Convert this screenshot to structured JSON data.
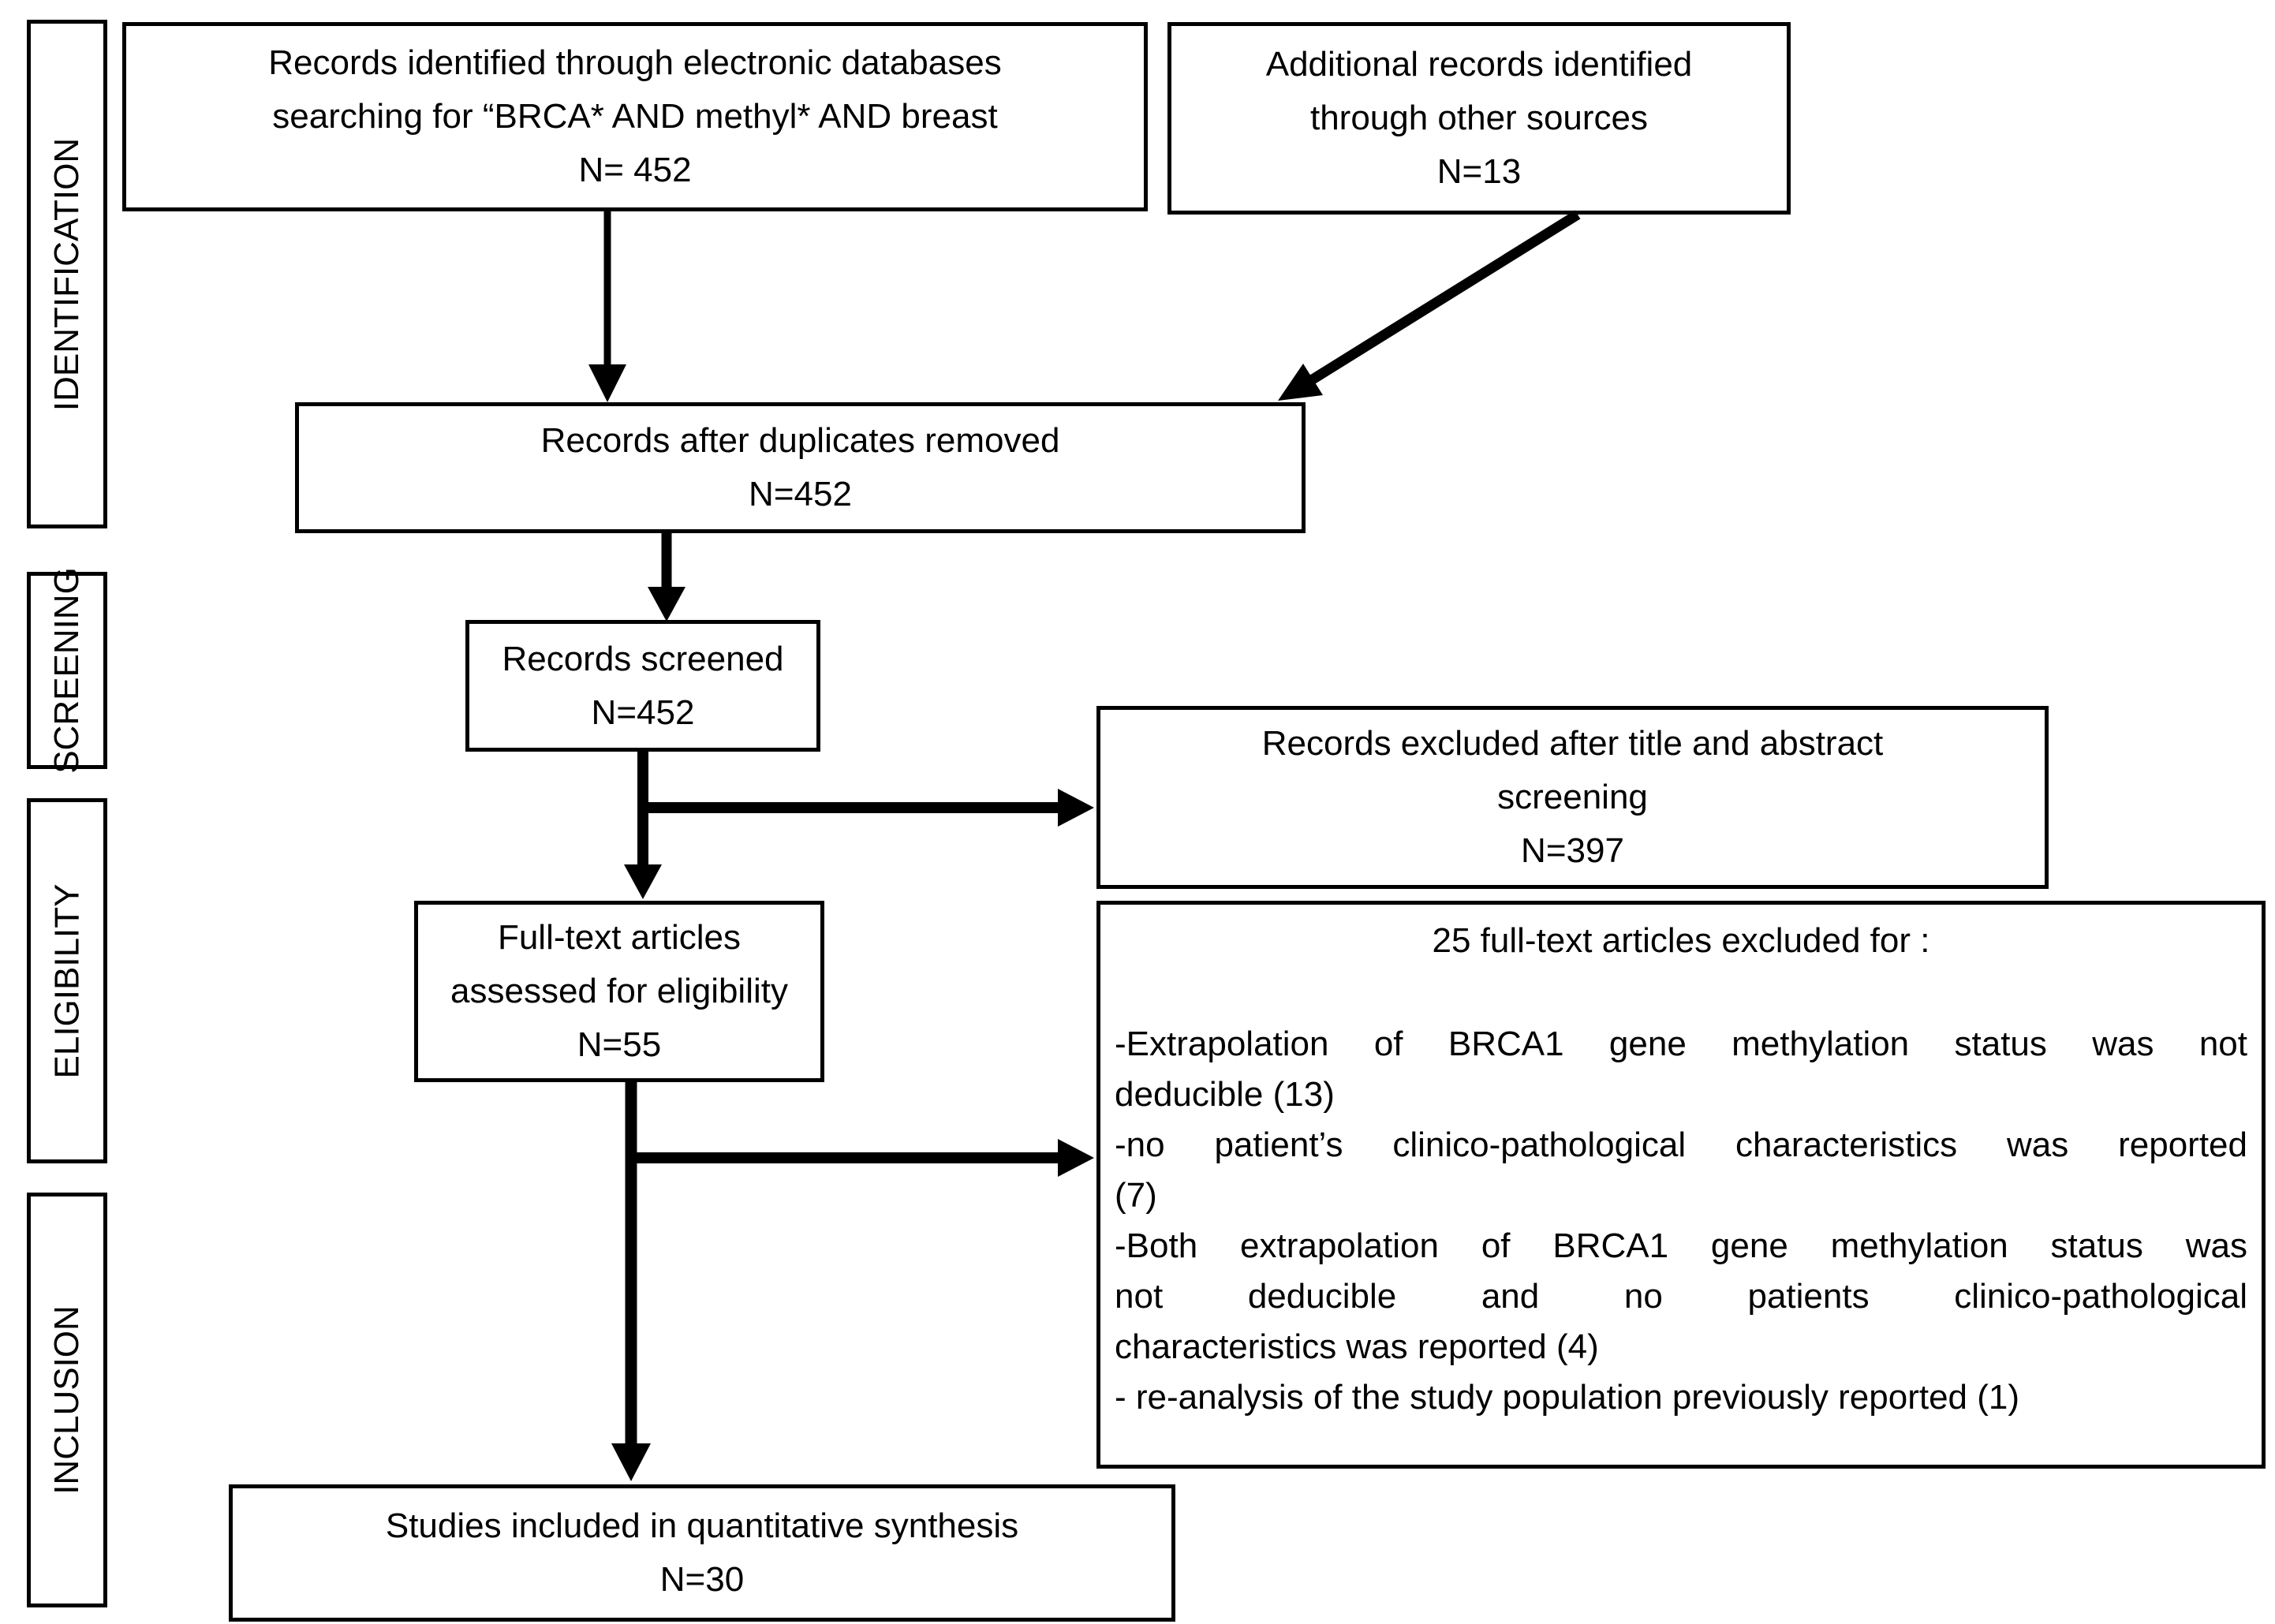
{
  "colors": {
    "ink": "#000000",
    "background": "#ffffff"
  },
  "sidebar": {
    "identification": "IDENTIFICATION",
    "screening": "SCREENING",
    "eligibility": "ELIGIBILITY",
    "inclusion": "INCLUSION"
  },
  "boxes": {
    "identified": {
      "line1": "Records identified through electronic databases",
      "line2": "searching for “BRCA* AND methyl* AND breast",
      "count": "N= 452"
    },
    "additional": {
      "line1": "Additional records identified",
      "line2": "through other sources",
      "count": "N=13"
    },
    "duplicates": {
      "line1": "Records after duplicates removed",
      "count": "N=452"
    },
    "screened": {
      "line1": "Records screened",
      "count": "N=452"
    },
    "excluded_screening": {
      "line1": "Records excluded after title and abstract",
      "line2": "screening",
      "count": "N=397"
    },
    "fulltext": {
      "line1": "Full-text articles",
      "line2": "assessed for eligibility",
      "count": "N=55"
    },
    "excluded_fulltext": {
      "heading": "25 full-text articles excluded for :",
      "lines": [
        {
          "text": "-Extrapolation of BRCA1 gene methylation status was not",
          "stretched": true
        },
        {
          "text": "deducible (13)",
          "stretched": false
        },
        {
          "text": "-no patient’s clinico-pathological characteristics was reported",
          "stretched": true
        },
        {
          "text": "(7)",
          "stretched": false
        },
        {
          "text": "-Both extrapolation of BRCA1 gene methylation status was",
          "stretched": true
        },
        {
          "text": "not deducible and no patients clinico-pathological",
          "stretched": true
        },
        {
          "text": "characteristics was reported (4)",
          "stretched": false
        },
        {
          "text": "- re-analysis of the study population previously reported (1)",
          "stretched": false
        }
      ]
    },
    "included": {
      "line1": "Studies included in quantitative synthesis",
      "count": "N=30"
    }
  }
}
